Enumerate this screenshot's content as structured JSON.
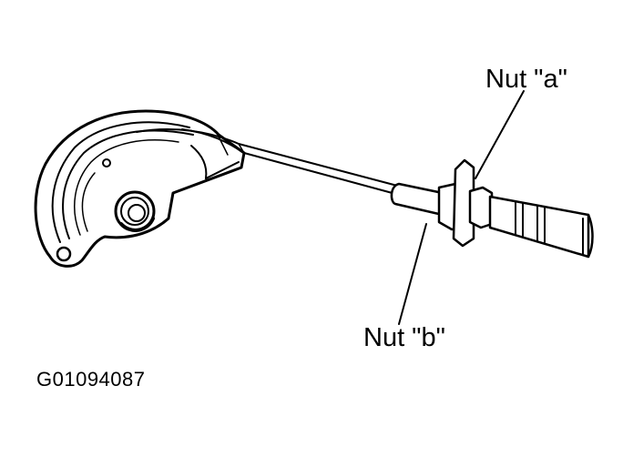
{
  "labels": {
    "nut_a": "Nut \"a\"",
    "nut_b": "Nut \"b\""
  },
  "figure_id": "G01094087",
  "colors": {
    "ink": "#000000",
    "paper": "#ffffff"
  }
}
